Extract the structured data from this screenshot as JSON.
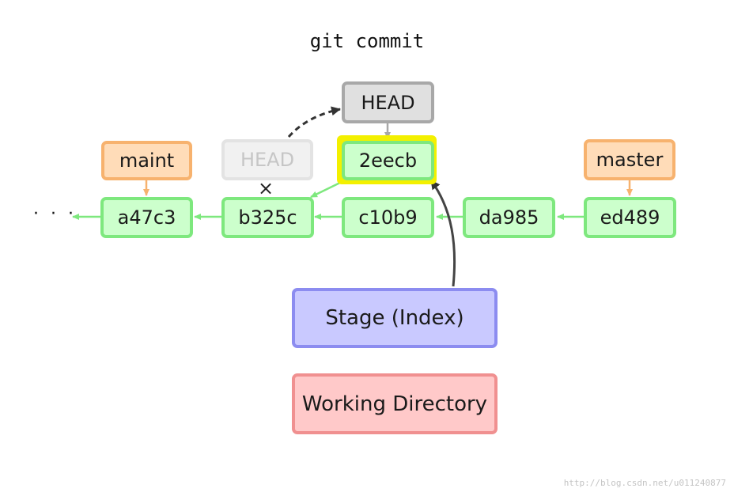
{
  "title": "git commit",
  "ellipsis": "· · ·",
  "labels": {
    "maint": "maint",
    "master": "master",
    "head": "HEAD",
    "head_old": "HEAD",
    "stage": "Stage (Index)",
    "working_directory": "Working Directory"
  },
  "commits": {
    "a47c3": "a47c3",
    "b325c": "b325c",
    "c10b9": "c10b9",
    "da985": "da985",
    "ed489": "ed489",
    "new": "2eecb"
  },
  "removed_marker": "×",
  "watermark": "http://blog.csdn.net/u011240877",
  "colors": {
    "commit_fill": "#ccffcc",
    "commit_border": "#7ee87e",
    "branch_fill": "#ffdcb8",
    "branch_border": "#f7b26e",
    "head_fill": "#e0e0e0",
    "head_border": "#a8a8a8",
    "stage_fill": "#c9c9ff",
    "working_fill": "#ffc9c9",
    "highlight": "#f3f000"
  }
}
